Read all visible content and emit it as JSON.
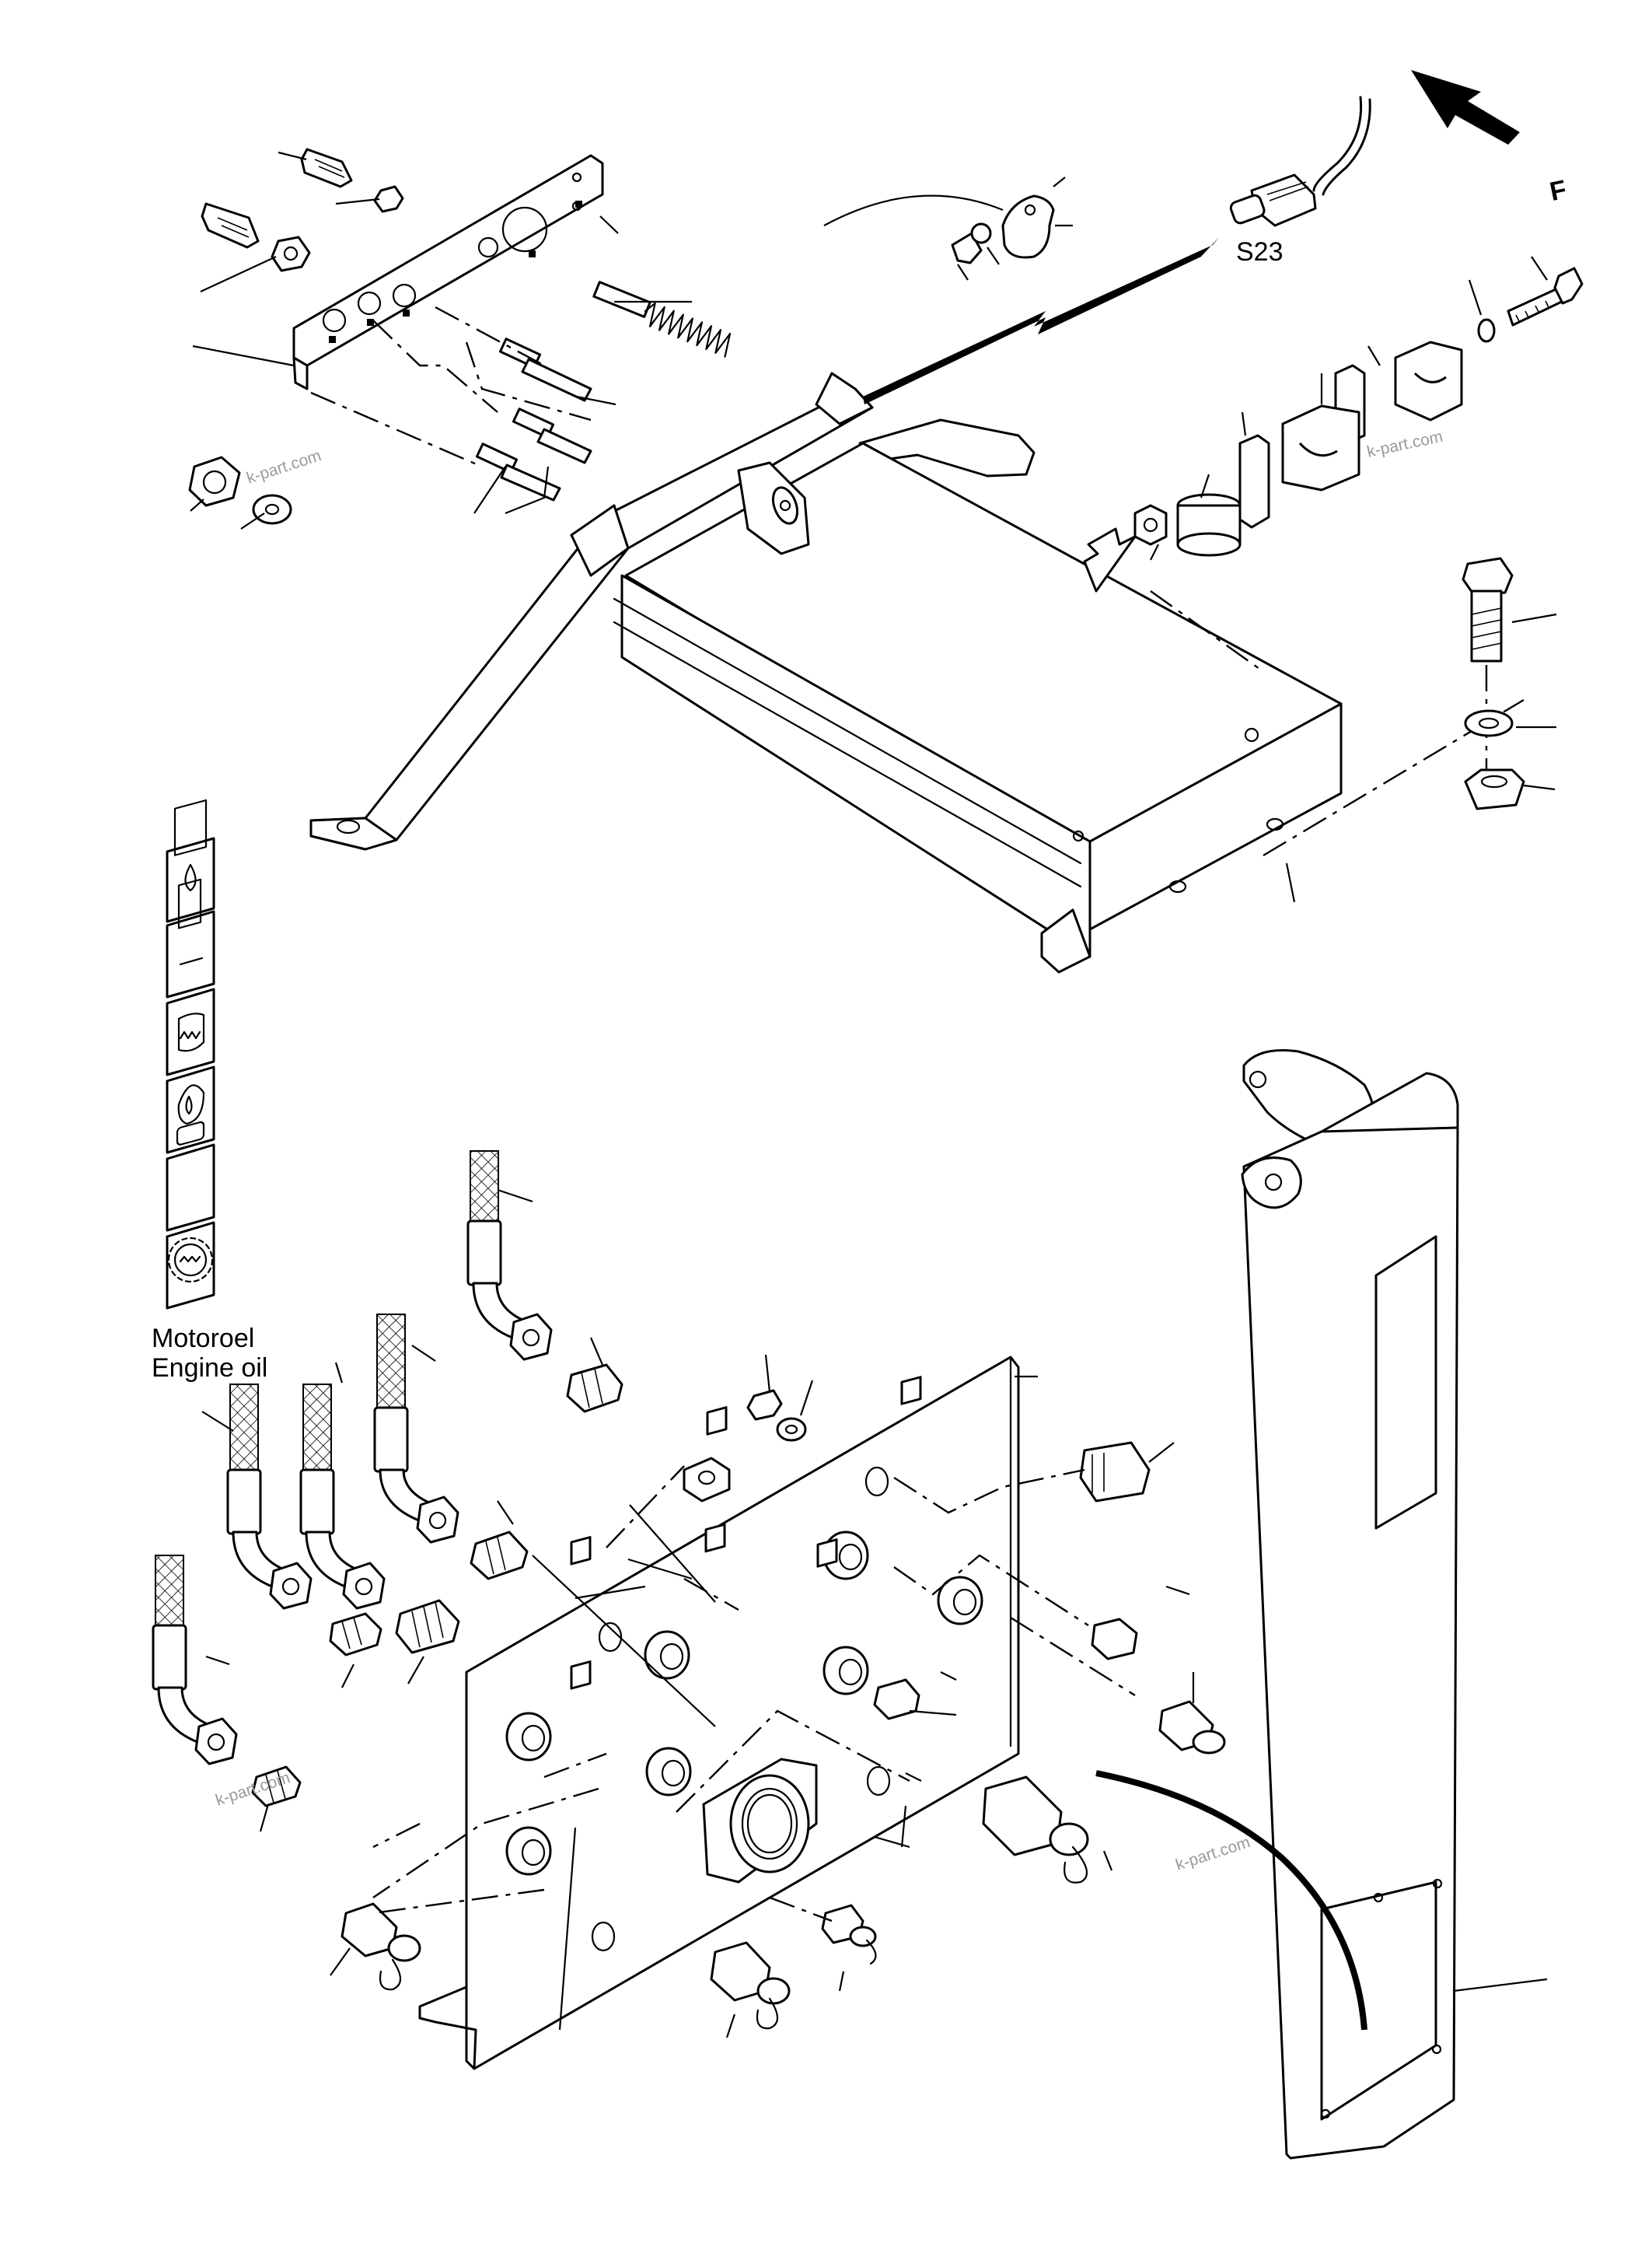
{
  "labels": {
    "sensor": "S23",
    "oil_de": "Motoroel",
    "oil_en": "Engine oil",
    "direction": "F"
  },
  "watermark": "k-part.com"
}
